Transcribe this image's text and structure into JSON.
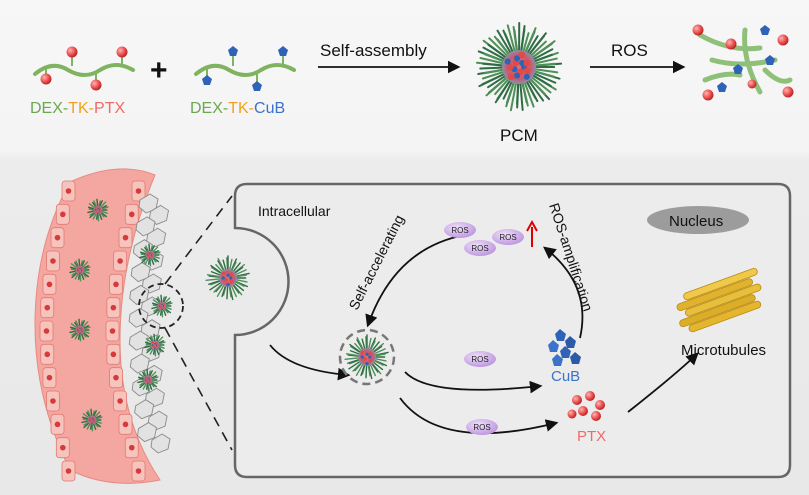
{
  "top": {
    "dex_a": "DEX-",
    "tk_a": "TK-",
    "ptx_a": "PTX",
    "dex_b": "DEX-",
    "tk_b": "TK-",
    "cub_b": "CuB",
    "plus": "+",
    "self_assembly": "Self-assembly",
    "pcm": "PCM",
    "ros_top": "ROS"
  },
  "cell": {
    "intracellular": "Intracellular",
    "nucleus": "Nucleus",
    "self_accelerating": "Self-accelerating",
    "ros_amplification": "ROS-amplification",
    "ros_bubble": "ROS",
    "cub": "CuB",
    "ptx": "PTX",
    "microtubules": "Microtubules"
  },
  "colors": {
    "polymer": "#7fb35f",
    "dex": "#6aa84f",
    "tk": "#f0a11e",
    "ptx": "#f06a6a",
    "cub": "#3a73c9",
    "ros_fill": "#c9a6e6",
    "nucleus": "#9c9c9c",
    "vessel": "#f4a7a0",
    "red_arrow": "#e00000"
  }
}
